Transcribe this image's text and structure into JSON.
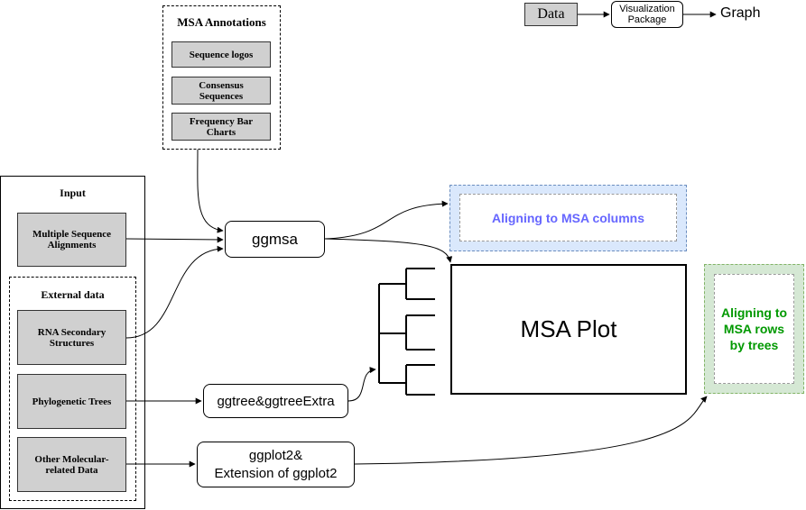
{
  "legend": {
    "data_label": "Data",
    "package_label_line1": "Visualization",
    "package_label_line2": "Package",
    "graph_label": "Graph"
  },
  "annotations": {
    "title": "MSA Annotations",
    "items": [
      "Sequence logos",
      "Consensus\nSequences",
      "Frequency Bar\nCharts"
    ]
  },
  "input": {
    "title": "Input",
    "msa_label": "Multiple Sequence\nAlignments",
    "external_title": "External data",
    "external_items": [
      "RNA Secondary\nStructures",
      "Phylogenetic Trees",
      "Other Molecular-\nrelated Data"
    ]
  },
  "packages": {
    "ggmsa": "ggmsa",
    "ggtree": "ggtree&ggtreeExtra",
    "ggplot2_line1": "ggplot2&",
    "ggplot2_line2": "Extension of ggplot2"
  },
  "outputs": {
    "columns_label": "Aligning to MSA columns",
    "msa_plot": "MSA Plot",
    "rows_label": "Aligning to\nMSA rows\nby trees"
  },
  "colors": {
    "data_fill": "#d0d0d0",
    "columns_glow": "#dae8fc",
    "columns_text": "#6666ff",
    "rows_glow": "#d5e8d4",
    "rows_text": "#009900"
  }
}
